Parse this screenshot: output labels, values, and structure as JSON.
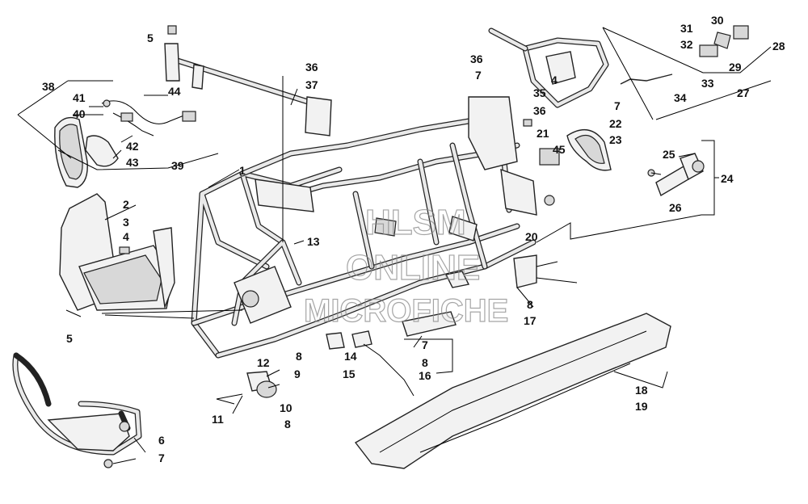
{
  "watermark": {
    "line1": "HLSM",
    "line2": "ONLINE",
    "line3": "MICROFICHE"
  },
  "callouts": {
    "c1": "1",
    "c2": "2",
    "c3": "3",
    "c4a": "4",
    "c4b": "4",
    "c5a": "5",
    "c5b": "5",
    "c6": "6",
    "c7a": "7",
    "c7b": "7",
    "c7c": "7",
    "c7d": "7",
    "c8a": "8",
    "c8b": "8",
    "c8c": "8",
    "c8d": "8",
    "c9": "9",
    "c10": "10",
    "c11": "11",
    "c12": "12",
    "c13": "13",
    "c14": "14",
    "c15": "15",
    "c16": "16",
    "c17": "17",
    "c18": "18",
    "c19": "19",
    "c20": "20",
    "c21": "21",
    "c22": "22",
    "c23": "23",
    "c24": "24",
    "c25": "25",
    "c26": "26",
    "c27": "27",
    "c28": "28",
    "c29": "29",
    "c30": "30",
    "c31": "31",
    "c32": "32",
    "c33": "33",
    "c34": "34",
    "c35": "35",
    "c36a": "36",
    "c36b": "36",
    "c36c": "36",
    "c37": "37",
    "c38": "38",
    "c39": "39",
    "c40": "40",
    "c41": "41",
    "c42": "42",
    "c43": "43",
    "c44": "44",
    "c45": "45"
  }
}
